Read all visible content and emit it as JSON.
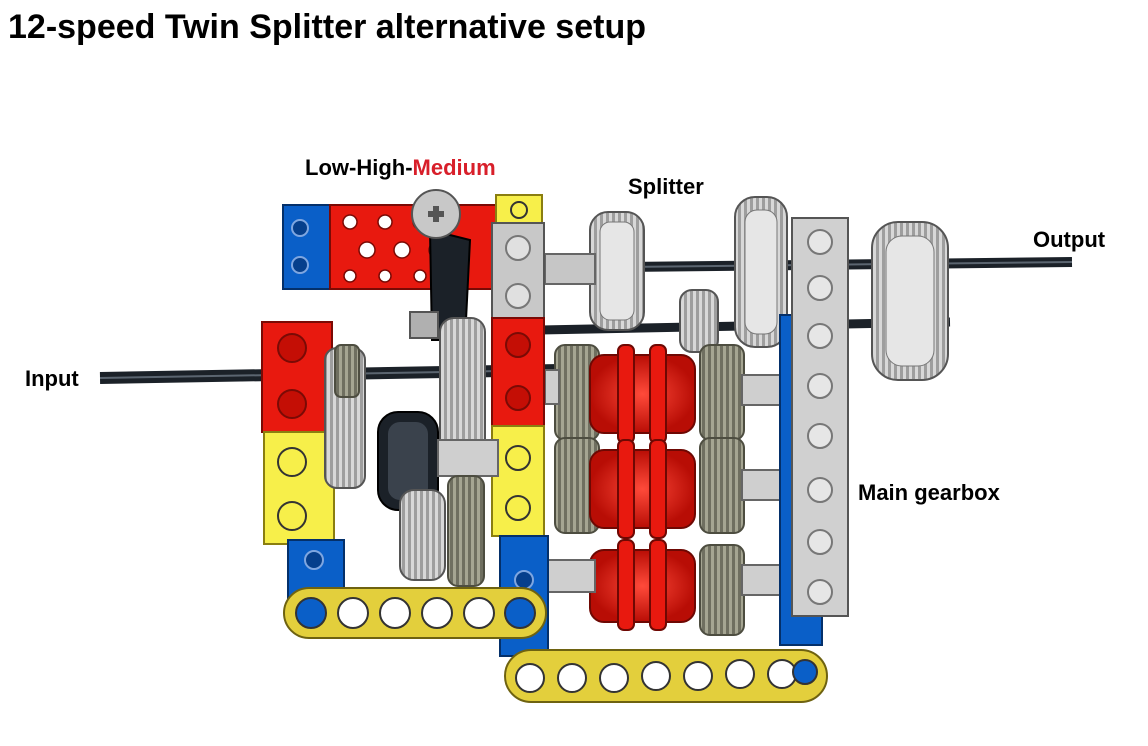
{
  "title": "12-speed Twin Splitter alternative setup",
  "labels": {
    "mode_low_high": "Low-High-",
    "mode_medium": "Medium",
    "splitter": "Splitter",
    "output": "Output",
    "input": "Input",
    "main_gearbox": "Main gearbox"
  },
  "colors": {
    "brick_red": "#e8190f",
    "brick_blue": "#0a5fc8",
    "brick_yellow": "#f7ef4a",
    "liftarm_yellow": "#e3cf3c",
    "gear_light_grey": "#d4d4d4",
    "gear_dark_tan": "#9a9a88",
    "axle_black": "#1b2128",
    "medium_label_red": "#d81f2a"
  }
}
